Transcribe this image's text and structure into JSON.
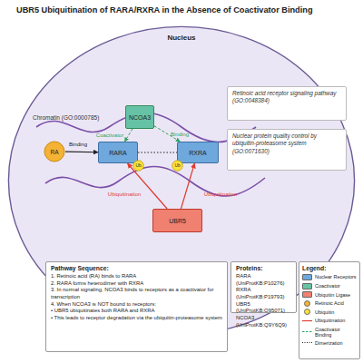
{
  "diagram": {
    "title": "UBR5 Ubiquitination of RARA/RXRA in the Absence of Coactivator Binding",
    "nodes": [
      {
        "text": [
          "Nucleus"
        ]
      },
      {
        "text": [
          "NCOA3"
        ],
        "in": 0
      },
      {
        "text": [
          "RA"
        ],
        "in": 0
      },
      {
        "text": [
          "RARA"
        ],
        "in": 0
      },
      {
        "text": [
          "RXRA"
        ],
        "in": 0
      },
      {
        "text": [
          "Ub"
        ],
        "in": 0
      },
      {
        "text": [
          "Ub"
        ],
        "in": 0
      },
      {
        "text": [
          "Retinoic acid receptor signaling pathway (GO:0048384)"
        ],
        "in": 0
      },
      {
        "text": [
          "Nuclear protein quality control by ubiquitin-proteasome system (GO:0071630)"
        ],
        "in": 0
      },
      {
        "text": [
          "UBR5"
        ],
        "in": 0
      },
      {
        "text": [
          "Pathway Sequence:",
          "1. Retinoic acid (RA) binds to RARA",
          "2. RARA forms heterodimer with RXRA",
          "3. In normal signaling, NCOA3 binds to receptors as a coactivator for transcription",
          "4. When NCOA3 is NOT bound to receptors:",
          "• UBR5 ubiquitinates both RARA and RXRA",
          "• This leads to receptor degradation via the ubiquitin-proteasome system"
        ]
      },
      {
        "text": [
          "Proteins:",
          "RARA (UniProtKB:P10276)",
          "RXRA (UniProtKB:P19793)",
          "UBR5 (UniProtKB:O95071)",
          "NCOA3 (UniProtKB:Q9Y6Q9)"
        ]
      }
    ],
    "edges": [
      {
        "from": 2,
        "to": 3,
        "arrow": "to",
        "label": "Binding"
      },
      {
        "from": 1,
        "to": 3,
        "arrow": "to",
        "label": "Coactivator"
      },
      {
        "from": 1,
        "to": 4,
        "arrow": "to",
        "label": "Binding"
      },
      {
        "from": 3,
        "to": 4,
        "arrow": "none"
      },
      {
        "from": 9,
        "to": 3,
        "arrow": "to",
        "label": "Ubiquitination"
      },
      {
        "from": 9,
        "to": 4,
        "arrow": "to",
        "label": "Ubiquitination"
      }
    ],
    "labels": [
      "Chromatin (GO:0000785)",
      "Legend:"
    ],
    "legend": [
      {
        "text": "Nuclear Receptors",
        "color": "#6fa8dc"
      },
      {
        "text": "Coactivator",
        "color": "#66c2a5"
      },
      {
        "text": "Ubiquitin Ligase",
        "color": "#f08070"
      },
      {
        "text": "Retinoic Acid",
        "color": "#f5b335"
      },
      {
        "text": "Ubiquitin",
        "color": "#ffe23a"
      },
      {
        "text": "Ubiquitination"
      },
      {
        "text": "Coactivator Binding"
      },
      {
        "text": "Dimerization"
      }
    ]
  }
}
